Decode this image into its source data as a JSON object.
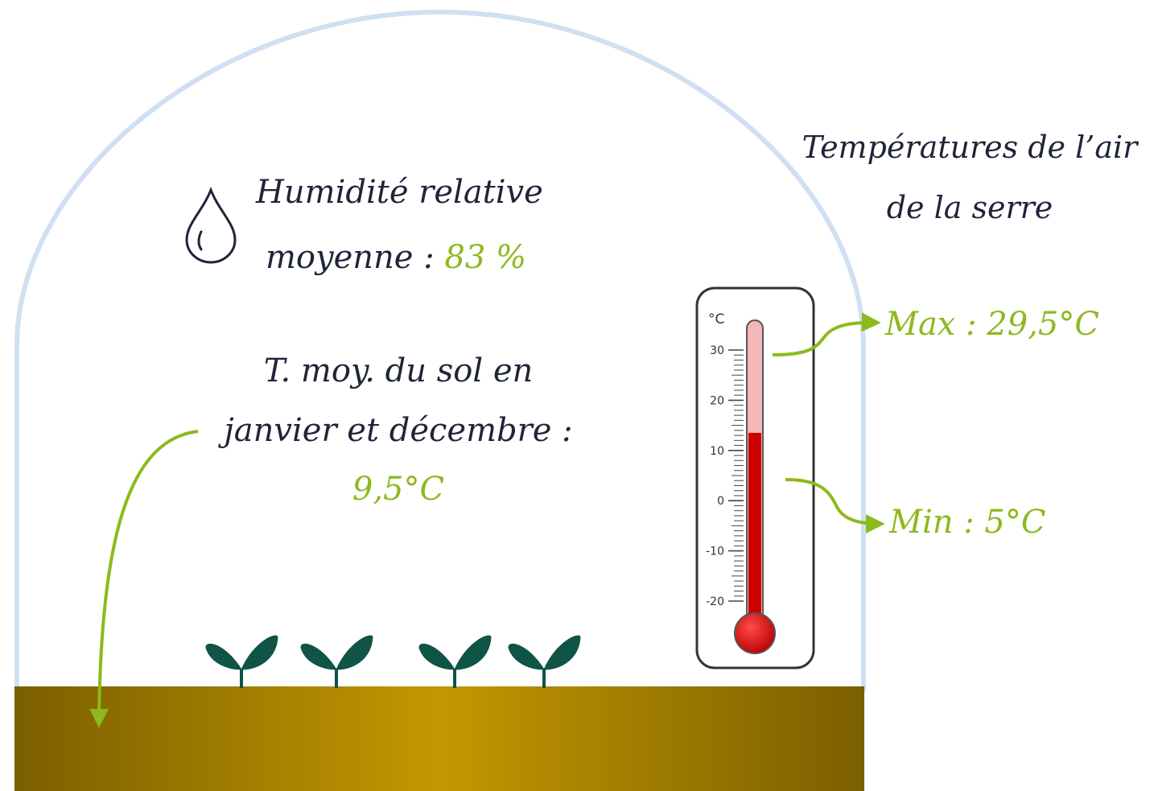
{
  "humidity": {
    "label_line1": "Humidité relative",
    "label_line2": "moyenne :",
    "value": "83 %",
    "icon": "drop-icon"
  },
  "soil": {
    "label_line1": "T. moy. du sol en",
    "label_line2": "janvier et décembre :",
    "value": "9,5°C"
  },
  "air": {
    "title_line1": "Températures de l’air",
    "title_line2": "de la serre",
    "max_label": "Max :",
    "max_value": "29,5°C",
    "min_label": "Min :",
    "min_value": "5°C"
  },
  "thermometer": {
    "unit": "°C",
    "ticks": [
      "30",
      "20",
      "10",
      "0",
      "-10",
      "-20"
    ],
    "scale_min": -20,
    "scale_max": 30,
    "reading": 13.5,
    "max_reading": 29.5
  },
  "colors": {
    "dome": "#cfe0f2",
    "accent_green": "#8cba1c",
    "text_dark": "#1f2438",
    "soil_center": "#c29700",
    "soil_edge": "#7b5f00",
    "plant": "#0f5447",
    "mercury": "#cc0000",
    "mercury_light": "#f4b6b6"
  }
}
